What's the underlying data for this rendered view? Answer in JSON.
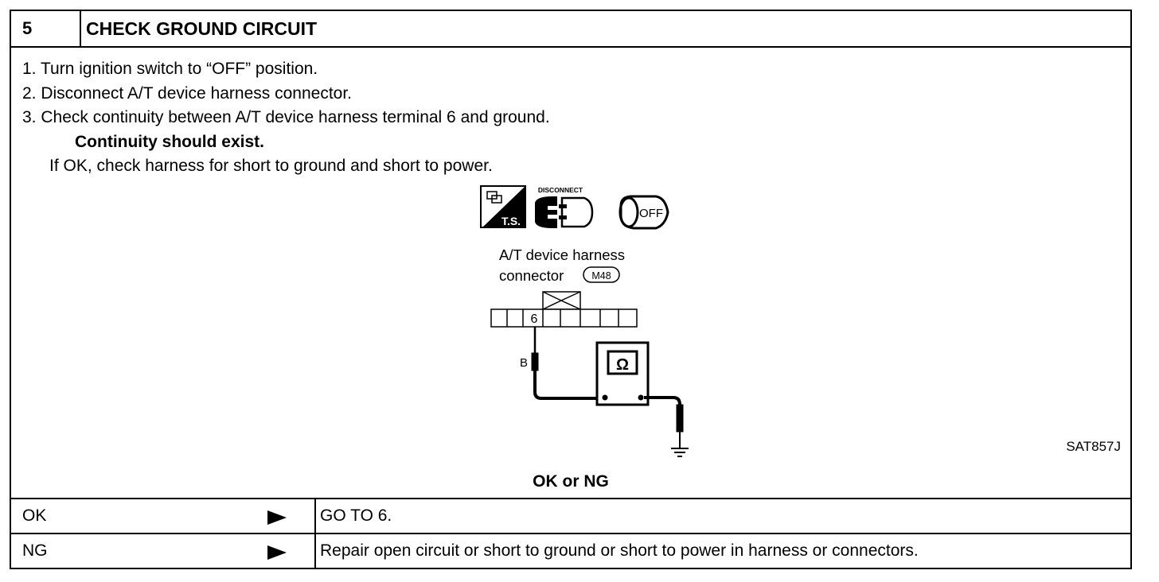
{
  "header": {
    "number": "5",
    "title": "CHECK GROUND CIRCUIT"
  },
  "steps": [
    "1. Turn ignition switch to “OFF” position.",
    "2. Disconnect A/T device harness connector.",
    "3. Check continuity between A/T device harness terminal 6 and ground."
  ],
  "requirement": "Continuity should exist.",
  "note": "If OK, check harness for short to ground and short to power.",
  "diagram": {
    "icon_disconnect_label": "DISCONNECT",
    "icon_ts_label": "T.S.",
    "icon_off_label": "OFF",
    "connector_line1": "A/T device harness",
    "connector_line2": "connector",
    "connector_code": "M48",
    "terminal_label": "6",
    "wire_color": "B",
    "meter_symbol": "Ω",
    "reference": "SAT857J"
  },
  "question": "OK or NG",
  "results": [
    {
      "key": "OK",
      "action": "GO TO 6."
    },
    {
      "key": "NG",
      "action": "Repair open circuit or short to ground or short to power in harness or connectors."
    }
  ]
}
